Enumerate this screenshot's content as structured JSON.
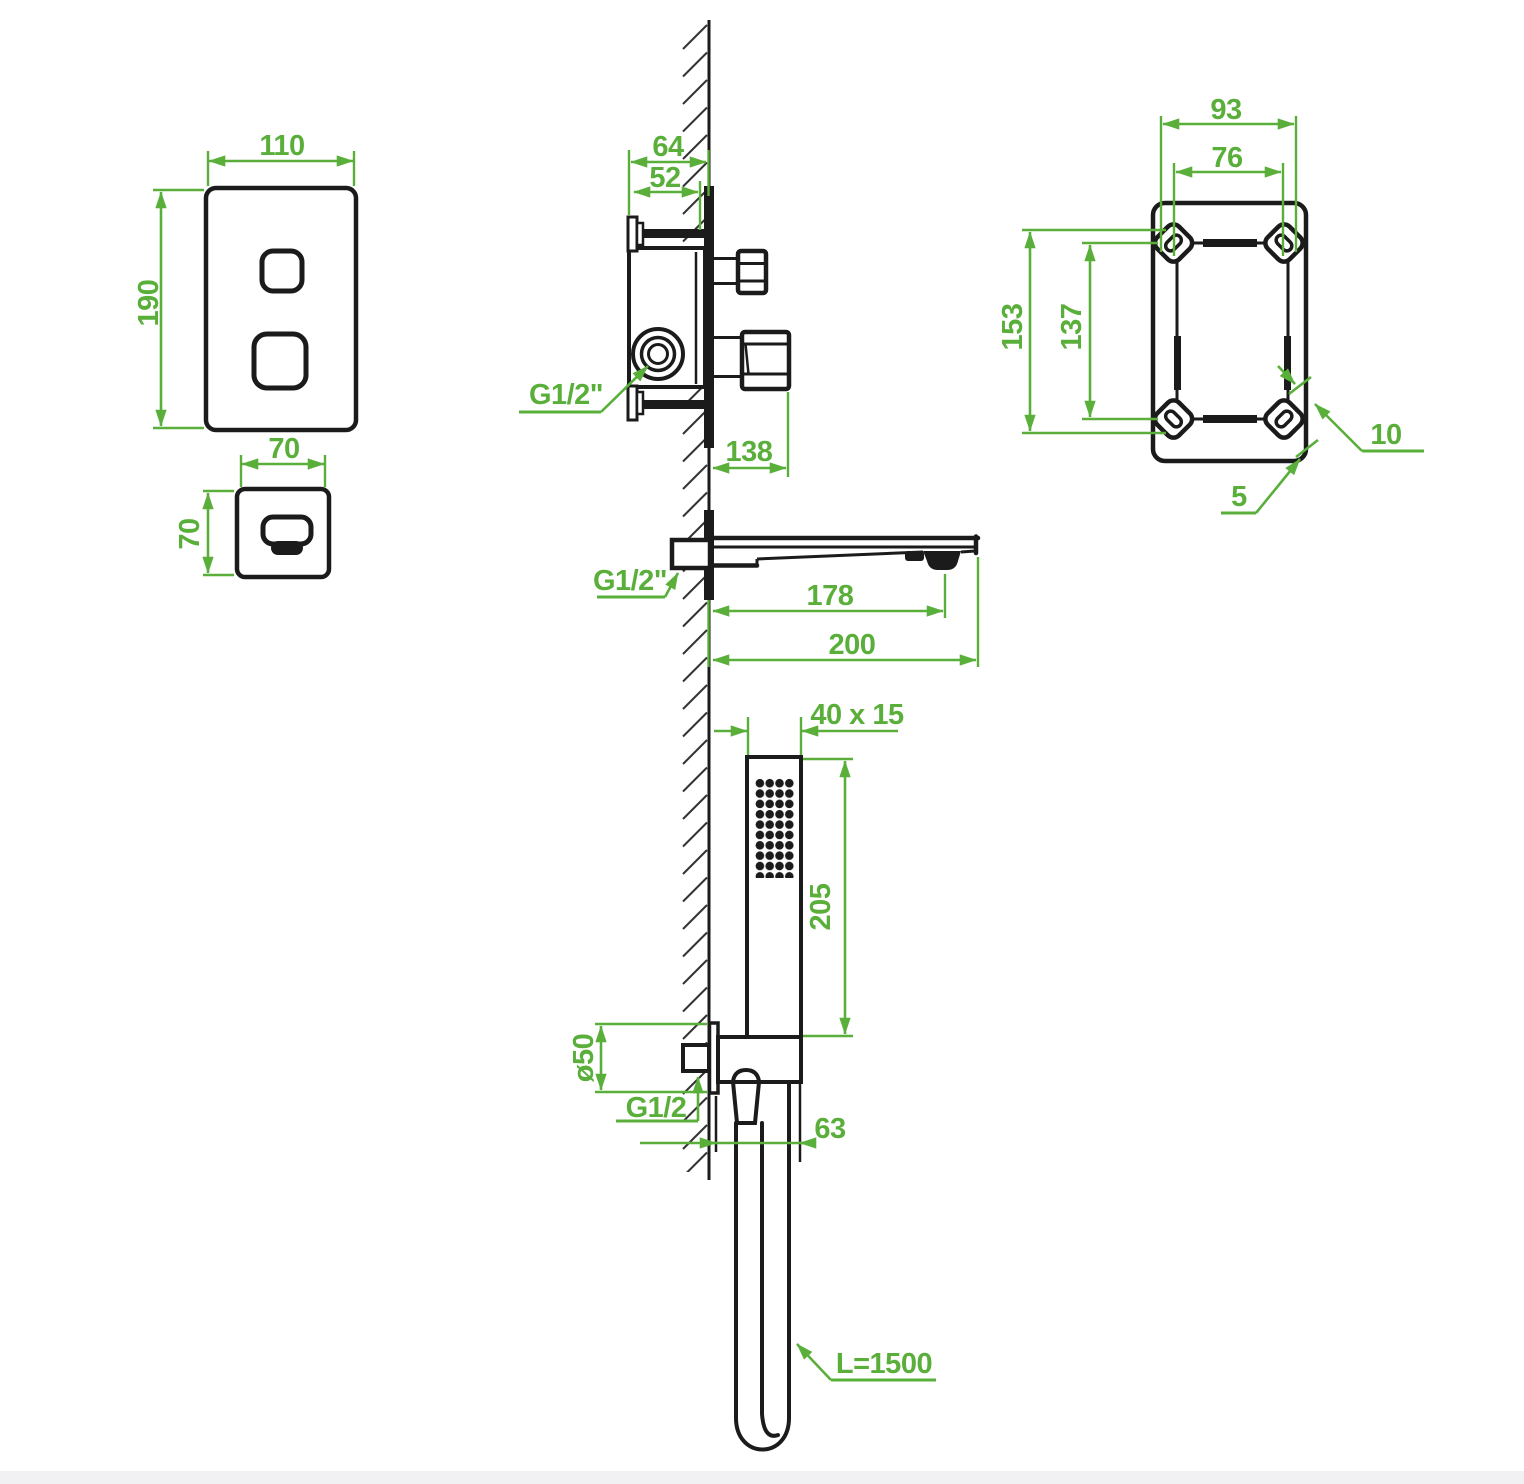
{
  "colors": {
    "dimension_green": "#5AAF3B",
    "line_black": "#1B1B1B",
    "background": "#FFFFFF"
  },
  "views": {
    "plate_front": {
      "width": "110",
      "height": "190"
    },
    "elbow_front": {
      "width": "70",
      "height": "70"
    },
    "mixer_side": {
      "depth_overall": "64",
      "depth_box": "52",
      "thread": "G1/2\"",
      "protrusion": "138"
    },
    "box_back": {
      "width_outer": "93",
      "width_inner": "76",
      "height_outer": "153",
      "height_inner": "137",
      "slot_length": "10",
      "slot_width": "5"
    },
    "spout_side": {
      "thread": "G1/2\"",
      "outlet_distance": "178",
      "length": "200"
    },
    "hand_shower": {
      "head_section": "40 x 15",
      "head_length": "205",
      "bracket_diameter": "ø50",
      "bracket_thread": "G1/2",
      "bracket_depth": "63",
      "hose_length": "L=1500"
    }
  }
}
